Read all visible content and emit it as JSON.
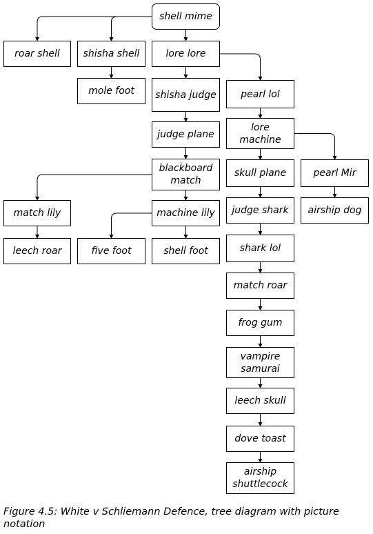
{
  "figure": {
    "caption": "Figure 4.5:  White v Schliemann Defence, tree diagram with picture notation"
  },
  "tree": {
    "nodes": [
      {
        "id": "n0",
        "label": "shell mime",
        "root": true
      },
      {
        "id": "n1",
        "label": "roar shell"
      },
      {
        "id": "n2",
        "label": "shisha shell"
      },
      {
        "id": "n3",
        "label": "mole foot"
      },
      {
        "id": "n4",
        "label": "lore lore"
      },
      {
        "id": "n5",
        "label": "shisha judge"
      },
      {
        "id": "n6",
        "label": "judge plane"
      },
      {
        "id": "n7",
        "label": "blackboard match"
      },
      {
        "id": "n8",
        "label": "match lily"
      },
      {
        "id": "n9",
        "label": "leech roar"
      },
      {
        "id": "n10",
        "label": "machine lily"
      },
      {
        "id": "n11",
        "label": "five foot"
      },
      {
        "id": "n12",
        "label": "shell foot"
      },
      {
        "id": "n13",
        "label": "pearl lol"
      },
      {
        "id": "n14",
        "label": "lore machine"
      },
      {
        "id": "n15",
        "label": "skull plane"
      },
      {
        "id": "n16",
        "label": "judge shark"
      },
      {
        "id": "n17",
        "label": "shark lol"
      },
      {
        "id": "n18",
        "label": "match roar"
      },
      {
        "id": "n19",
        "label": "frog gum"
      },
      {
        "id": "n20",
        "label": "vampire samurai"
      },
      {
        "id": "n21",
        "label": "leech skull"
      },
      {
        "id": "n22",
        "label": "dove toast"
      },
      {
        "id": "n23",
        "label": "airship shuttlecock"
      },
      {
        "id": "n24",
        "label": "pearl Mir"
      },
      {
        "id": "n25",
        "label": "airship dog"
      }
    ],
    "edges": [
      [
        "n0",
        "n1"
      ],
      [
        "n0",
        "n2"
      ],
      [
        "n0",
        "n4"
      ],
      [
        "n2",
        "n3"
      ],
      [
        "n4",
        "n5"
      ],
      [
        "n4",
        "n13"
      ],
      [
        "n5",
        "n6"
      ],
      [
        "n6",
        "n7"
      ],
      [
        "n7",
        "n8"
      ],
      [
        "n7",
        "n10"
      ],
      [
        "n8",
        "n9"
      ],
      [
        "n10",
        "n11"
      ],
      [
        "n10",
        "n12"
      ],
      [
        "n13",
        "n14"
      ],
      [
        "n14",
        "n15"
      ],
      [
        "n14",
        "n24"
      ],
      [
        "n15",
        "n16"
      ],
      [
        "n16",
        "n17"
      ],
      [
        "n17",
        "n18"
      ],
      [
        "n18",
        "n19"
      ],
      [
        "n19",
        "n20"
      ],
      [
        "n20",
        "n21"
      ],
      [
        "n21",
        "n22"
      ],
      [
        "n22",
        "n23"
      ],
      [
        "n24",
        "n25"
      ]
    ]
  }
}
